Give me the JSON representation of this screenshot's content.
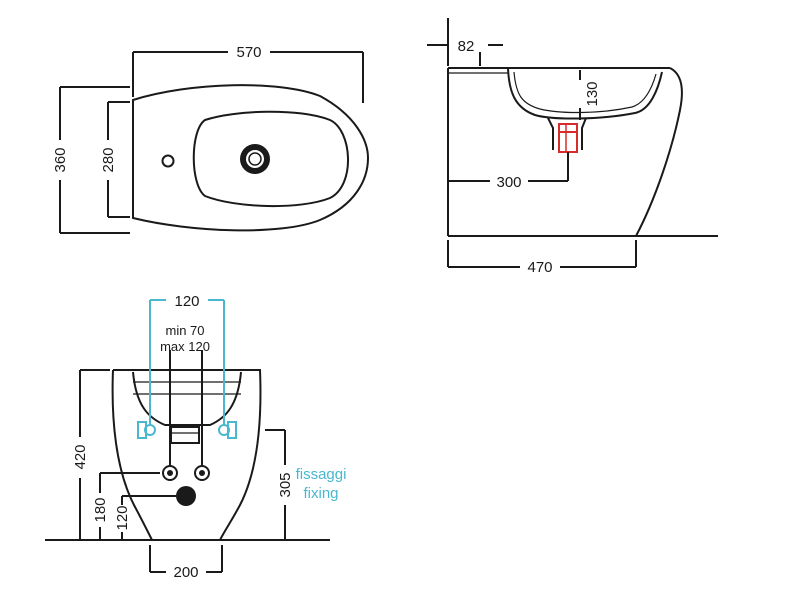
{
  "top_view": {
    "width_label": "570",
    "outer_height_label": "360",
    "inner_height_label": "280"
  },
  "side_view": {
    "offset_label": "82",
    "depth_label": "130",
    "outlet_label": "300",
    "length_label": "470"
  },
  "front_view": {
    "spacing_label": "120",
    "min_label": "min 70",
    "max_label": "max 120",
    "height_label": "420",
    "inlet_height_label": "180",
    "drain_height_label": "120",
    "fixing_height_label": "305",
    "fixing_label_it": "fissaggi",
    "fixing_label_en": "fixing",
    "base_label": "200"
  },
  "colors": {
    "cyan": "#49b8cf",
    "red": "#d92b2b",
    "ink": "#1a1a1a"
  }
}
